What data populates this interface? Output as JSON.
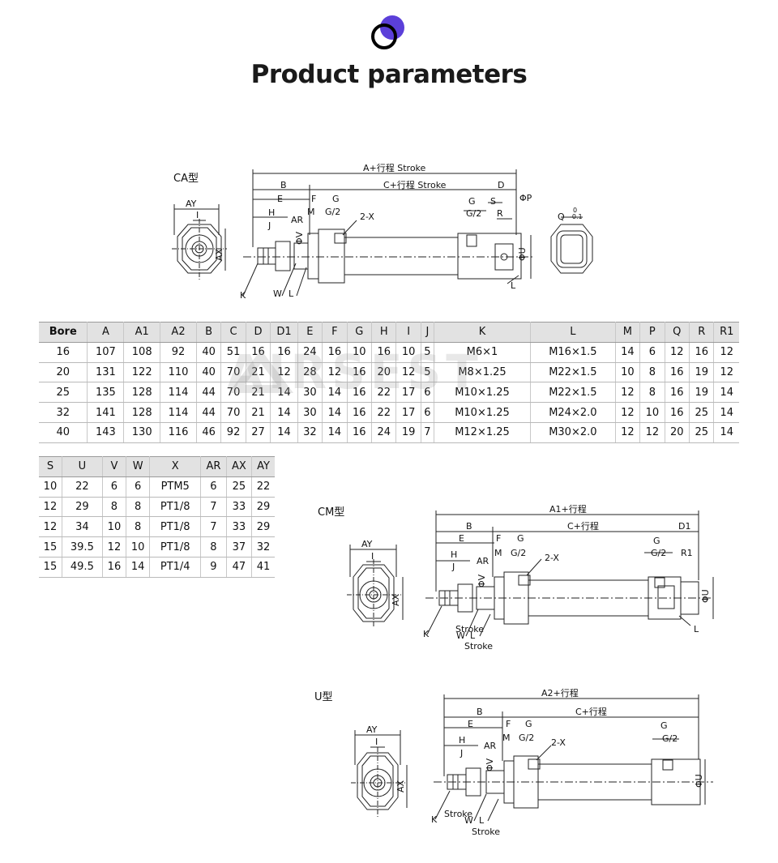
{
  "header": {
    "title": "Product parameters"
  },
  "watermark": "AIRSEST",
  "drawings": {
    "ca": {
      "label": "CA型",
      "dims": {
        "a_stroke": "A+行程 Stroke",
        "c_stroke": "C+行程 Stroke",
        "b": "B",
        "e": "E",
        "f": "F",
        "g": "G",
        "h": "H",
        "j": "J",
        "m": "M",
        "ar": "AR",
        "g2": "G/2",
        "x": "2-X",
        "s": "S",
        "d": "D",
        "r": "R",
        "p": "ΦP",
        "u": "ΦU",
        "k": "K",
        "w": "W",
        "l": "L",
        "v": "ΦV",
        "ay": "AY",
        "i": "I",
        "ax": "AX",
        "q": "Q",
        "q_tol_upper": "0",
        "q_tol_lower": "-0.1"
      }
    },
    "cm": {
      "label": "CM型",
      "dims": {
        "a1_stroke": "A1+行程",
        "c_stroke": "C+行程",
        "b": "B",
        "e": "E",
        "f": "F",
        "g": "G",
        "h": "H",
        "j": "J",
        "m": "M",
        "ar": "AR",
        "g2": "G/2",
        "x": "2-X",
        "d1": "D1",
        "r1": "R1",
        "u": "ΦU",
        "k": "K",
        "w": "W",
        "l": "L",
        "v": "ΦV",
        "ay": "AY",
        "i": "I",
        "ax": "AX",
        "stroke1": "Stroke",
        "stroke2": "Stroke"
      }
    },
    "u": {
      "label": "U型",
      "dims": {
        "a2_stroke": "A2+行程",
        "c_stroke": "C+行程",
        "b": "B",
        "e": "E",
        "f": "F",
        "g": "G",
        "h": "H",
        "j": "J",
        "m": "M",
        "ar": "AR",
        "g2": "G/2",
        "x": "2-X",
        "u": "ΦU",
        "k": "K",
        "w": "W",
        "l": "L",
        "v": "ΦV",
        "ay": "AY",
        "i": "I",
        "ax": "AX",
        "stroke1": "Stroke",
        "stroke2": "Stroke"
      }
    }
  },
  "table1": {
    "headers": [
      "Bore",
      "A",
      "A1",
      "A2",
      "B",
      "C",
      "D",
      "D1",
      "E",
      "F",
      "G",
      "H",
      "I",
      "J",
      "K",
      "L",
      "M",
      "P",
      "Q",
      "R",
      "R1"
    ],
    "rows": [
      [
        "16",
        "107",
        "108",
        "92",
        "40",
        "51",
        "16",
        "16",
        "24",
        "16",
        "10",
        "16",
        "10",
        "5",
        "M6×1",
        "M16×1.5",
        "14",
        "6",
        "12",
        "16",
        "12"
      ],
      [
        "20",
        "131",
        "122",
        "110",
        "40",
        "70",
        "21",
        "12",
        "28",
        "12",
        "16",
        "20",
        "12",
        "5",
        "M8×1.25",
        "M22×1.5",
        "10",
        "8",
        "16",
        "19",
        "12"
      ],
      [
        "25",
        "135",
        "128",
        "114",
        "44",
        "70",
        "21",
        "14",
        "30",
        "14",
        "16",
        "22",
        "17",
        "6",
        "M10×1.25",
        "M22×1.5",
        "12",
        "8",
        "16",
        "19",
        "14"
      ],
      [
        "32",
        "141",
        "128",
        "114",
        "44",
        "70",
        "21",
        "14",
        "30",
        "14",
        "16",
        "22",
        "17",
        "6",
        "M10×1.25",
        "M24×2.0",
        "12",
        "10",
        "16",
        "25",
        "14"
      ],
      [
        "40",
        "143",
        "130",
        "116",
        "46",
        "92",
        "27",
        "14",
        "32",
        "14",
        "16",
        "24",
        "19",
        "7",
        "M12×1.25",
        "M30×2.0",
        "12",
        "12",
        "20",
        "25",
        "14"
      ]
    ]
  },
  "table2": {
    "headers": [
      "S",
      "U",
      "V",
      "W",
      "X",
      "AR",
      "AX",
      "AY"
    ],
    "rows": [
      [
        "10",
        "22",
        "6",
        "6",
        "PTM5",
        "6",
        "25",
        "22"
      ],
      [
        "12",
        "29",
        "8",
        "8",
        "PT1/8",
        "7",
        "33",
        "29"
      ],
      [
        "12",
        "34",
        "10",
        "8",
        "PT1/8",
        "7",
        "33",
        "29"
      ],
      [
        "15",
        "39.5",
        "12",
        "10",
        "PT1/8",
        "8",
        "37",
        "32"
      ],
      [
        "15",
        "49.5",
        "16",
        "14",
        "PT1/4",
        "9",
        "47",
        "41"
      ]
    ]
  }
}
